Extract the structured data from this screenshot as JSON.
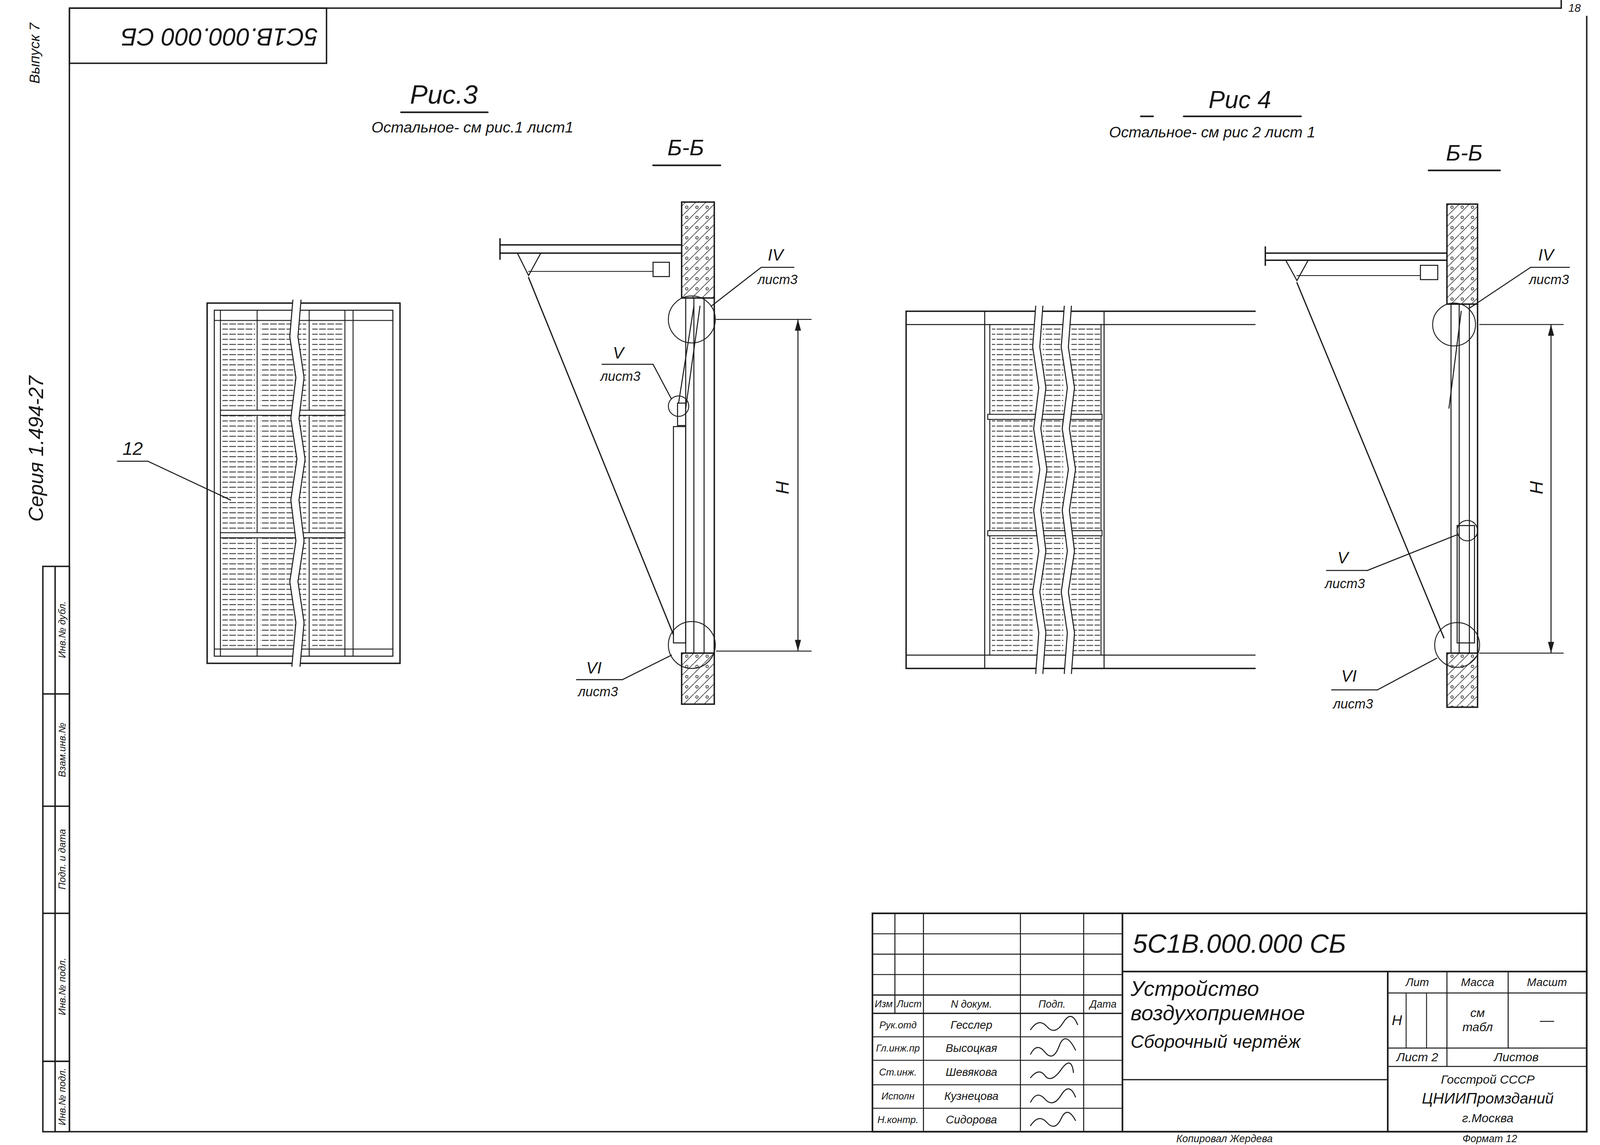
{
  "diagram": {
    "labels": [
      "5С1В.000.000 СБ",
      "Выпуск 7",
      "Серия 1.494-27",
      "Инв.№ дубл.",
      "Взам.инв.№",
      "Подп. и дата",
      "Инв.№ подл.",
      "Инв.№ подл.",
      "18",
      "Рис.3",
      "Остальное- см рис.1 лист1",
      "Б-Б",
      "12",
      "IV",
      "лист3",
      "V",
      "лист3",
      "VI",
      "лист3",
      "Н",
      "Рис 4",
      "Остальное- см рис 2 лист 1",
      "Б-Б",
      "IV",
      "лист3",
      "V",
      "лист3",
      "VI",
      "лист3",
      "Н",
      "5С1В.000.000 СБ",
      "Устройство воздухоприемное",
      "Сборочный чертёж",
      "Изм",
      "Лист",
      "N докум.",
      "Подп.",
      "Дата",
      "Рук.отд",
      "Гесслер",
      "Гл.инж.пр",
      "Высоцкая",
      "Ст.инж.",
      "Шевякова",
      "Исполн",
      "Кузнецова",
      "Н.контр.",
      "Сидорова",
      "Лит",
      "Масса",
      "Масшт",
      "Н",
      "см табл",
      "—",
      "Лист 2",
      "Листов",
      "Госстрой СССР",
      "ЦНИИПромзданий",
      "г.Москва",
      "Копировал Жердева",
      "Формат 12"
    ]
  }
}
